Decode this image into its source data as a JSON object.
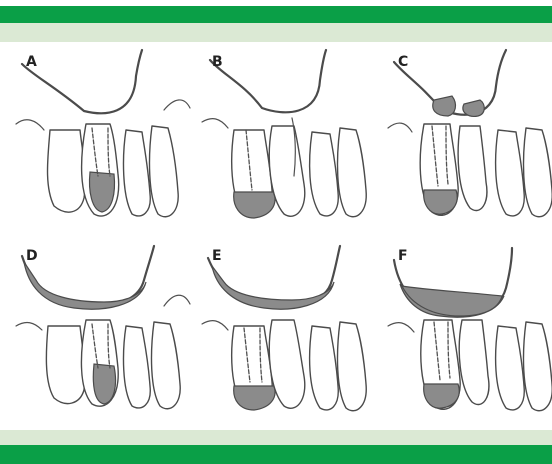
{
  "colors": {
    "band_dark": "#0a9f47",
    "band_light": "#dbe9d4",
    "lesion_fill": "#8b8b8b",
    "outline": "#4b4b4b"
  },
  "panels": [
    {
      "label": "A"
    },
    {
      "label": "B"
    },
    {
      "label": "C"
    },
    {
      "label": "D"
    },
    {
      "label": "E"
    },
    {
      "label": "F"
    }
  ]
}
